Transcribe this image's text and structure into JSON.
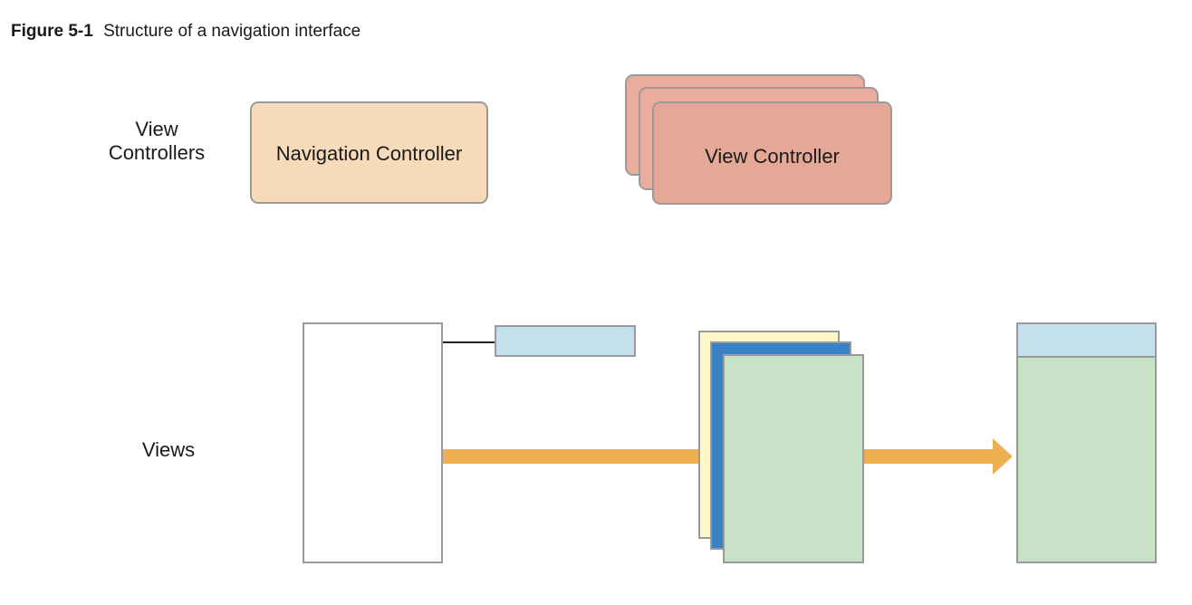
{
  "caption": {
    "label": "Figure 5-1",
    "title": "Structure of a navigation interface"
  },
  "rows": {
    "view_controllers": {
      "line1": "View",
      "line2": "Controllers"
    },
    "views": {
      "label": "Views"
    }
  },
  "boxes": {
    "navigation_controller": "Navigation Controller",
    "view_controller": "View Controller"
  },
  "colors": {
    "navigation_controller_fill": "#f7dab9",
    "view_controller_fill": "#e5a896",
    "view_controller_stack_fill": "#eaad9b",
    "border": "#9a9a9a",
    "navigation_bar_fill": "#c3e0eb",
    "content_view_fill": "#c8e2c8",
    "yellow_view_fill": "#fff8c4",
    "blue_view_fill": "#3a82c8",
    "arrow": "#eeae52",
    "connector": "#222222"
  }
}
